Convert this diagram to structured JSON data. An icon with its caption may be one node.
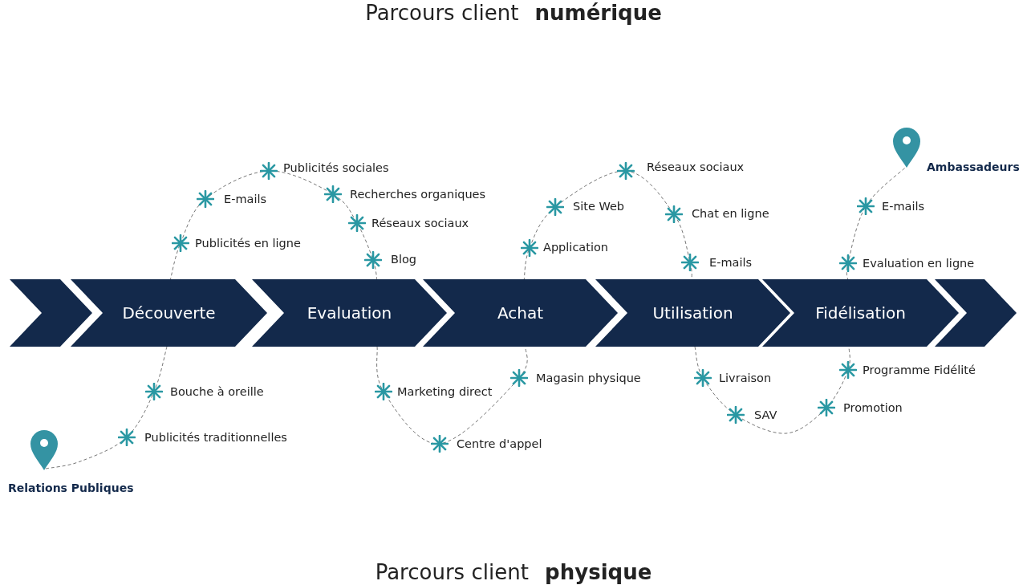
{
  "diagram": {
    "title": "Parcours client **numérique**",
    "caption": "Parcours client **physique**",
    "nodes": [
      {
        "text": [],
        "shape": "chevron"
      },
      {
        "text": [
          "Découverte"
        ]
      },
      {
        "text": [
          "Evaluation"
        ]
      },
      {
        "text": [
          "Achat"
        ]
      },
      {
        "text": [
          "Utilisation"
        ]
      },
      {
        "text": [
          "Fidélisation"
        ]
      },
      {
        "text": [],
        "shape": "chevron"
      },
      {
        "text": [
          "Relations Publiques"
        ]
      },
      {
        "text": [
          "Ambassadeurs"
        ]
      }
    ],
    "edges": [
      {
        "from": 7,
        "to": 1,
        "arrow": "none",
        "style": "dashed"
      },
      {
        "from": 1,
        "to": 2,
        "arrow": "none",
        "style": "dashed"
      },
      {
        "from": 2,
        "to": 3,
        "arrow": "none",
        "style": "dashed"
      },
      {
        "from": 3,
        "to": 4,
        "arrow": "none",
        "style": "dashed"
      },
      {
        "from": 4,
        "to": 5,
        "arrow": "none",
        "style": "dashed"
      },
      {
        "from": 5,
        "to": 8,
        "arrow": "none",
        "style": "dashed"
      }
    ],
    "labels": [
      "Publicités sociales",
      "Réseaux sociaux",
      "E-mails",
      "Recherches organiques",
      "Site Web",
      "Chat en ligne",
      "E-mails",
      "Réseaux sociaux",
      "Publicités en ligne",
      "Application",
      "Blog",
      "E-mails",
      "Evaluation en ligne",
      "Magasin physique",
      "Livraison",
      "Programme Fidélité",
      "Bouche à oreille",
      "Marketing direct",
      "SAV",
      "Promotion",
      "Publicités traditionnelles",
      "Centre d'appel"
    ]
  }
}
